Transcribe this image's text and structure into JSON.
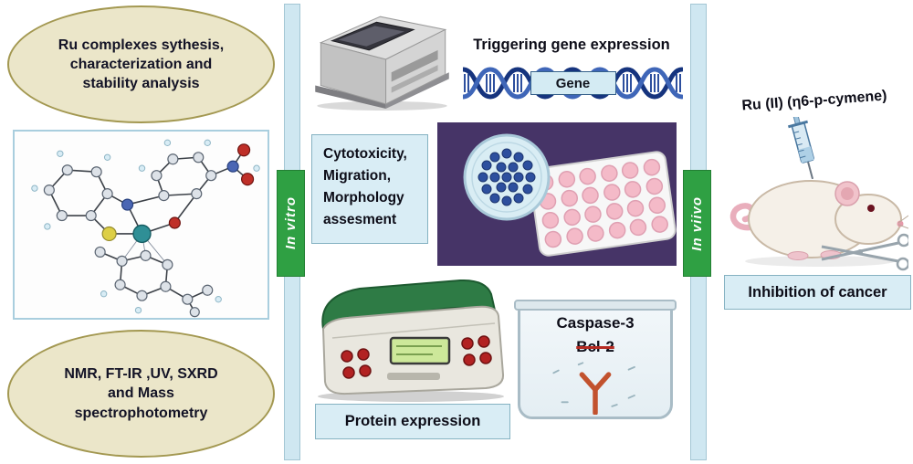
{
  "left_panel": {
    "top_ellipse_lines": [
      "Ru complexes sythesis,",
      "characterization and",
      "stability analysis"
    ],
    "bottom_ellipse_lines": [
      "NMR, FT-IR ,UV, SXRD",
      "and Mass",
      "spectrophotometry"
    ]
  },
  "pipeline_bars": {
    "in_vitro_label": "In vitro",
    "in_vivo_label": "In viivo"
  },
  "in_vitro_section": {
    "gene_expression_caption": "Triggering gene expression",
    "gene_box_label": "Gene",
    "assay_box_lines": [
      "Cytotoxicity,",
      "Migration,",
      "Morphology",
      "assesment"
    ],
    "protein_expression_label": "Protein expression",
    "apoptosis_markers": {
      "line1": "Caspase-3",
      "line2": "Bcl-2"
    }
  },
  "in_vivo_section": {
    "compound_label": "Ru (II) (η6-p-cymene)",
    "outcome_label": "Inhibition of cancer"
  },
  "illustrations": {
    "molecule": "ru-complex-crystal-structure",
    "pcr": "pcr-thermocycler",
    "dna": "dna-double-helix",
    "culture": "petri-dish-and-well-plate",
    "machine": "protein-electrophoresis-instrument",
    "antibody": "antibody-y-icon",
    "mouse": "mouse-with-syringe"
  },
  "colors": {
    "ellipse_fill": "#ebe6c9",
    "ellipse_border": "#a39851",
    "label_box_fill": "#d9edf5",
    "label_box_border": "#85b2c2",
    "stage_bar_green": "#2fa043",
    "divider_strip": "#cfe7f1",
    "purple_panel": "#463467",
    "dna_dark_blue": "#16347e",
    "dna_light_blue": "#3f66b8",
    "strike_red": "#b52a22"
  }
}
